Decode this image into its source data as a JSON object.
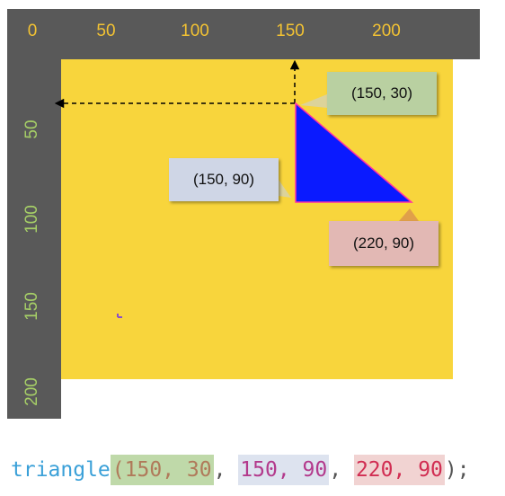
{
  "ruler_x": {
    "ticks": [
      "0",
      "50",
      "100",
      "150",
      "200"
    ],
    "color": "#f2c233"
  },
  "ruler_y": {
    "ticks": [
      "50",
      "100",
      "150",
      "200"
    ],
    "color": "#a6cf67"
  },
  "triangle": {
    "points": [
      [
        150,
        30
      ],
      [
        150,
        90
      ],
      [
        220,
        90
      ]
    ],
    "fill": "#0a1aff",
    "stroke": "#ff2fa6"
  },
  "canvas": {
    "background": "#f8d53c",
    "ruler_background": "#595959"
  },
  "callouts": {
    "p1": {
      "text": "(150, 30)",
      "color": "#b9d0a1"
    },
    "p2": {
      "text": "(150, 90)",
      "color": "#cfd6e6"
    },
    "p3": {
      "text": "(220, 90)",
      "color": "#e2b8b4"
    }
  },
  "code": {
    "fn": "triangle",
    "open": "(",
    "x1": "150",
    "sep1": ", ",
    "y1": "30",
    "comma1": ", ",
    "x2": "150",
    "sep2": ", ",
    "y2": "90",
    "comma2": ", ",
    "x3": "220",
    "sep3": ", ",
    "y3": "90",
    "close": ");",
    "colors": {
      "fn": "#3aa0d8",
      "punct": "#555555",
      "c1": "#b07a5a",
      "c2": "#b33a8c",
      "c3": "#d12d52",
      "bg1": "#bfd9a9",
      "bg2": "#dde3ef",
      "bg3": "#f1d3d2"
    }
  }
}
